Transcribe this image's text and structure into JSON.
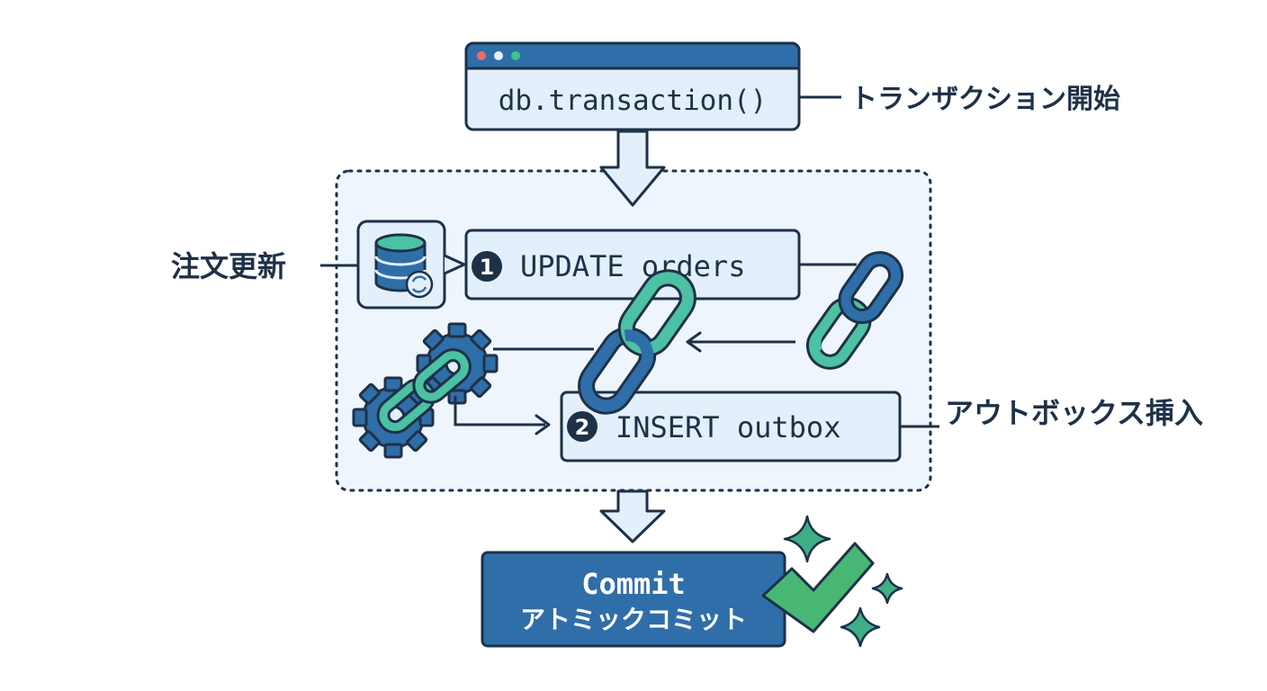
{
  "transaction": {
    "code": "db.transaction()",
    "label": "トランザクション開始"
  },
  "steps": [
    {
      "number": "1",
      "code": "UPDATE orders",
      "label": "注文更新"
    },
    {
      "number": "2",
      "code": "INSERT outbox",
      "label": "アウトボックス挿入"
    }
  ],
  "commit": {
    "title": "Commit",
    "subtitle": "アトミックコミット"
  },
  "colors": {
    "navy": "#1e3f66",
    "blue": "#2f6ea8",
    "light_blue": "#e3effa",
    "green": "#3fae86",
    "teal": "#4cc1a3",
    "outline": "#1e3148"
  }
}
